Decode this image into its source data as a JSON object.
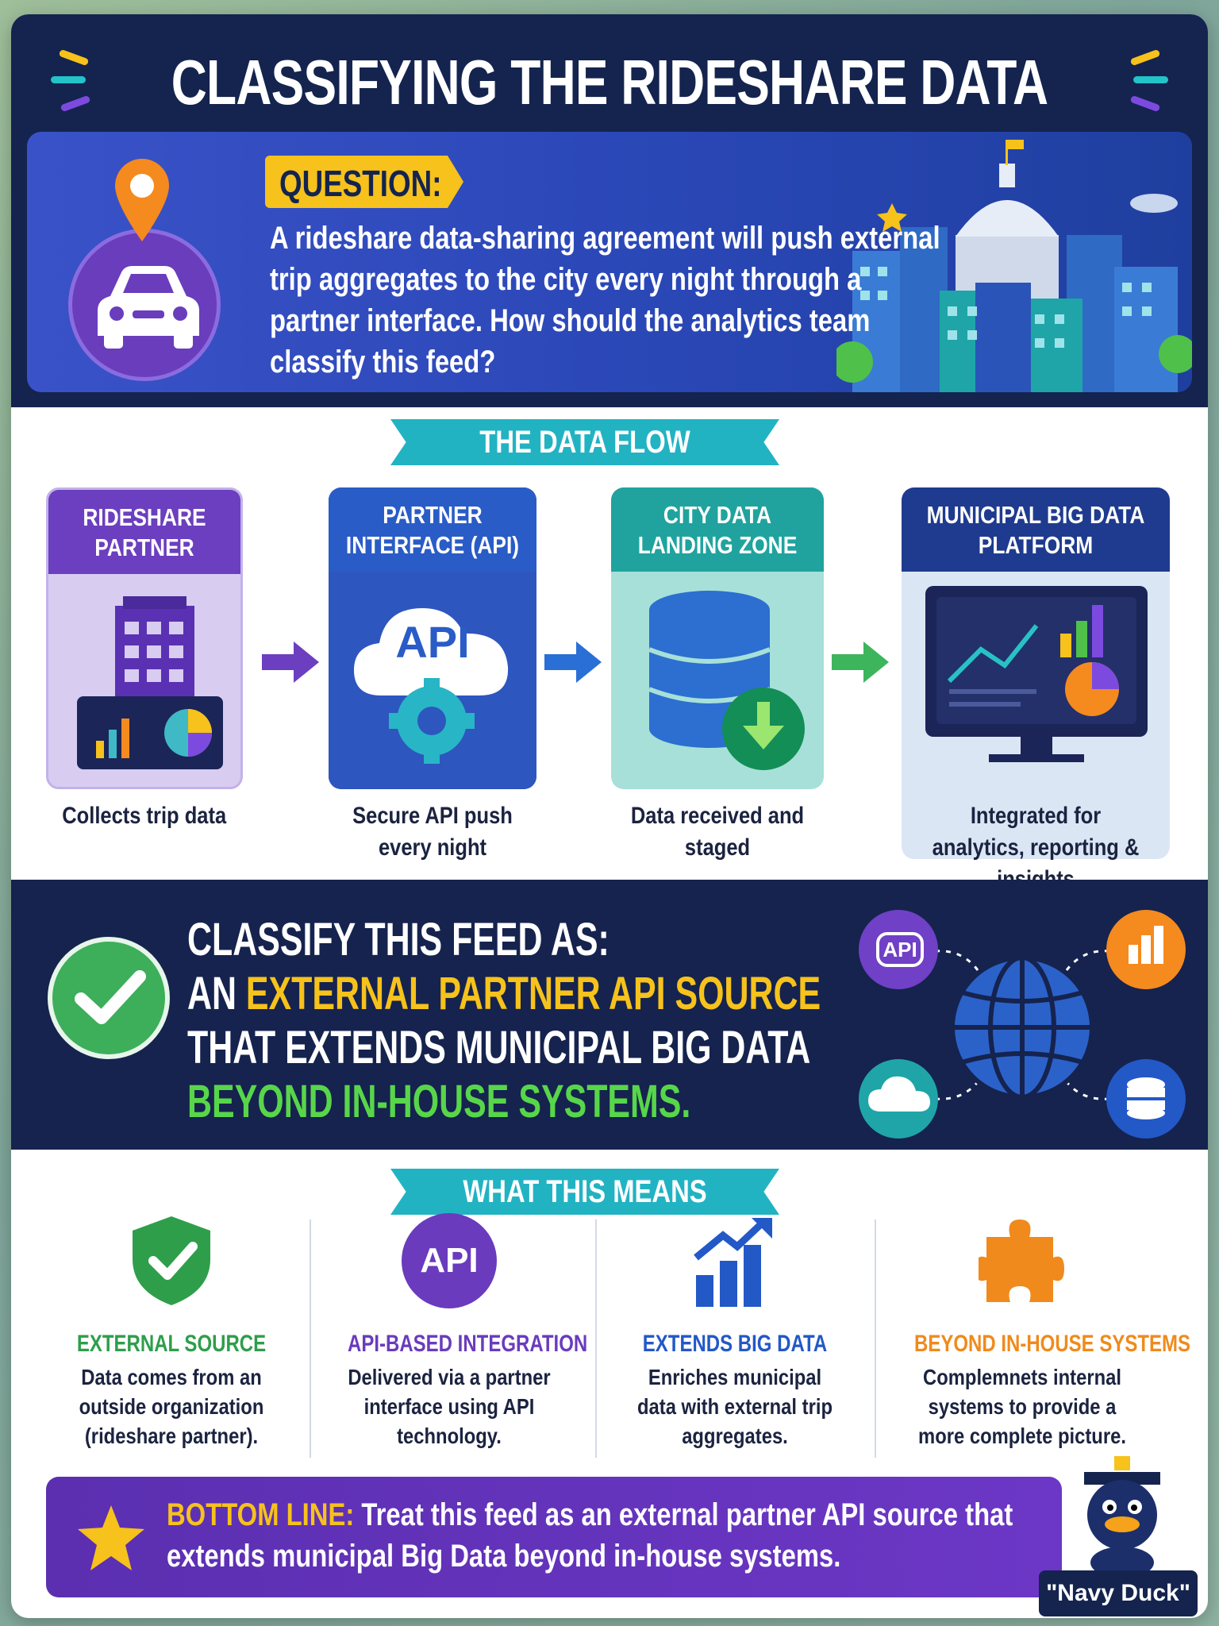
{
  "title": "CLASSIFYING THE RIDESHARE DATA FEED",
  "question": {
    "tag": "QUESTION:",
    "text": "A rideshare data-sharing agreement will push external trip aggregates to the city every night through a partner interface. How should the analytics team classify this feed?"
  },
  "flow": {
    "banner": "THE DATA FLOW",
    "steps": [
      {
        "title": "RIDESHARE PARTNER",
        "caption": "Collects trip data",
        "color": "#6b3fbf"
      },
      {
        "title": "PARTNER INTERFACE (API)",
        "caption": "Secure API push every night",
        "color": "#2a5cc7",
        "icon_label": "API"
      },
      {
        "title": "CITY DATA LANDING ZONE",
        "caption": "Data received and staged",
        "color": "#20a39e"
      },
      {
        "title": "MUNICIPAL BIG DATA PLATFORM",
        "caption": "Integrated for analytics, reporting & insights",
        "color": "#1f3b8f"
      }
    ]
  },
  "classification": {
    "line1": "CLASSIFY THIS FEED AS:",
    "line2_prefix": "AN ",
    "line2_highlight": "EXTERNAL PARTNER API SOURCE",
    "line3": "THAT EXTENDS MUNICIPAL BIG DATA",
    "line4": "BEYOND IN-HOUSE SYSTEMS.",
    "icon_label": "API"
  },
  "means": {
    "banner": "WHAT THIS MEANS",
    "items": [
      {
        "title": "EXTERNAL SOURCE",
        "text": "Data comes from an outside organization (rideshare partner).",
        "color": "#2e9e4a"
      },
      {
        "title": "API-BASED INTEGRATION",
        "text": "Delivered via a partner interface using API technology.",
        "color": "#6a3bbd",
        "icon_label": "API"
      },
      {
        "title": "EXTENDS BIG DATA",
        "text": "Enriches municipal data with external trip aggregates.",
        "color": "#2358c7"
      },
      {
        "title": "BEYOND IN-HOUSE SYSTEMS",
        "text": "Complemnets internal systems to provide a more complete picture.",
        "color": "#f08a1c"
      }
    ]
  },
  "bottom_line": {
    "label": "BOTTOM LINE:",
    "text": "Treat this feed as an external partner API source that extends municipal Big Data beyond in-house systems."
  },
  "mascot_label": "\"Navy Duck\""
}
